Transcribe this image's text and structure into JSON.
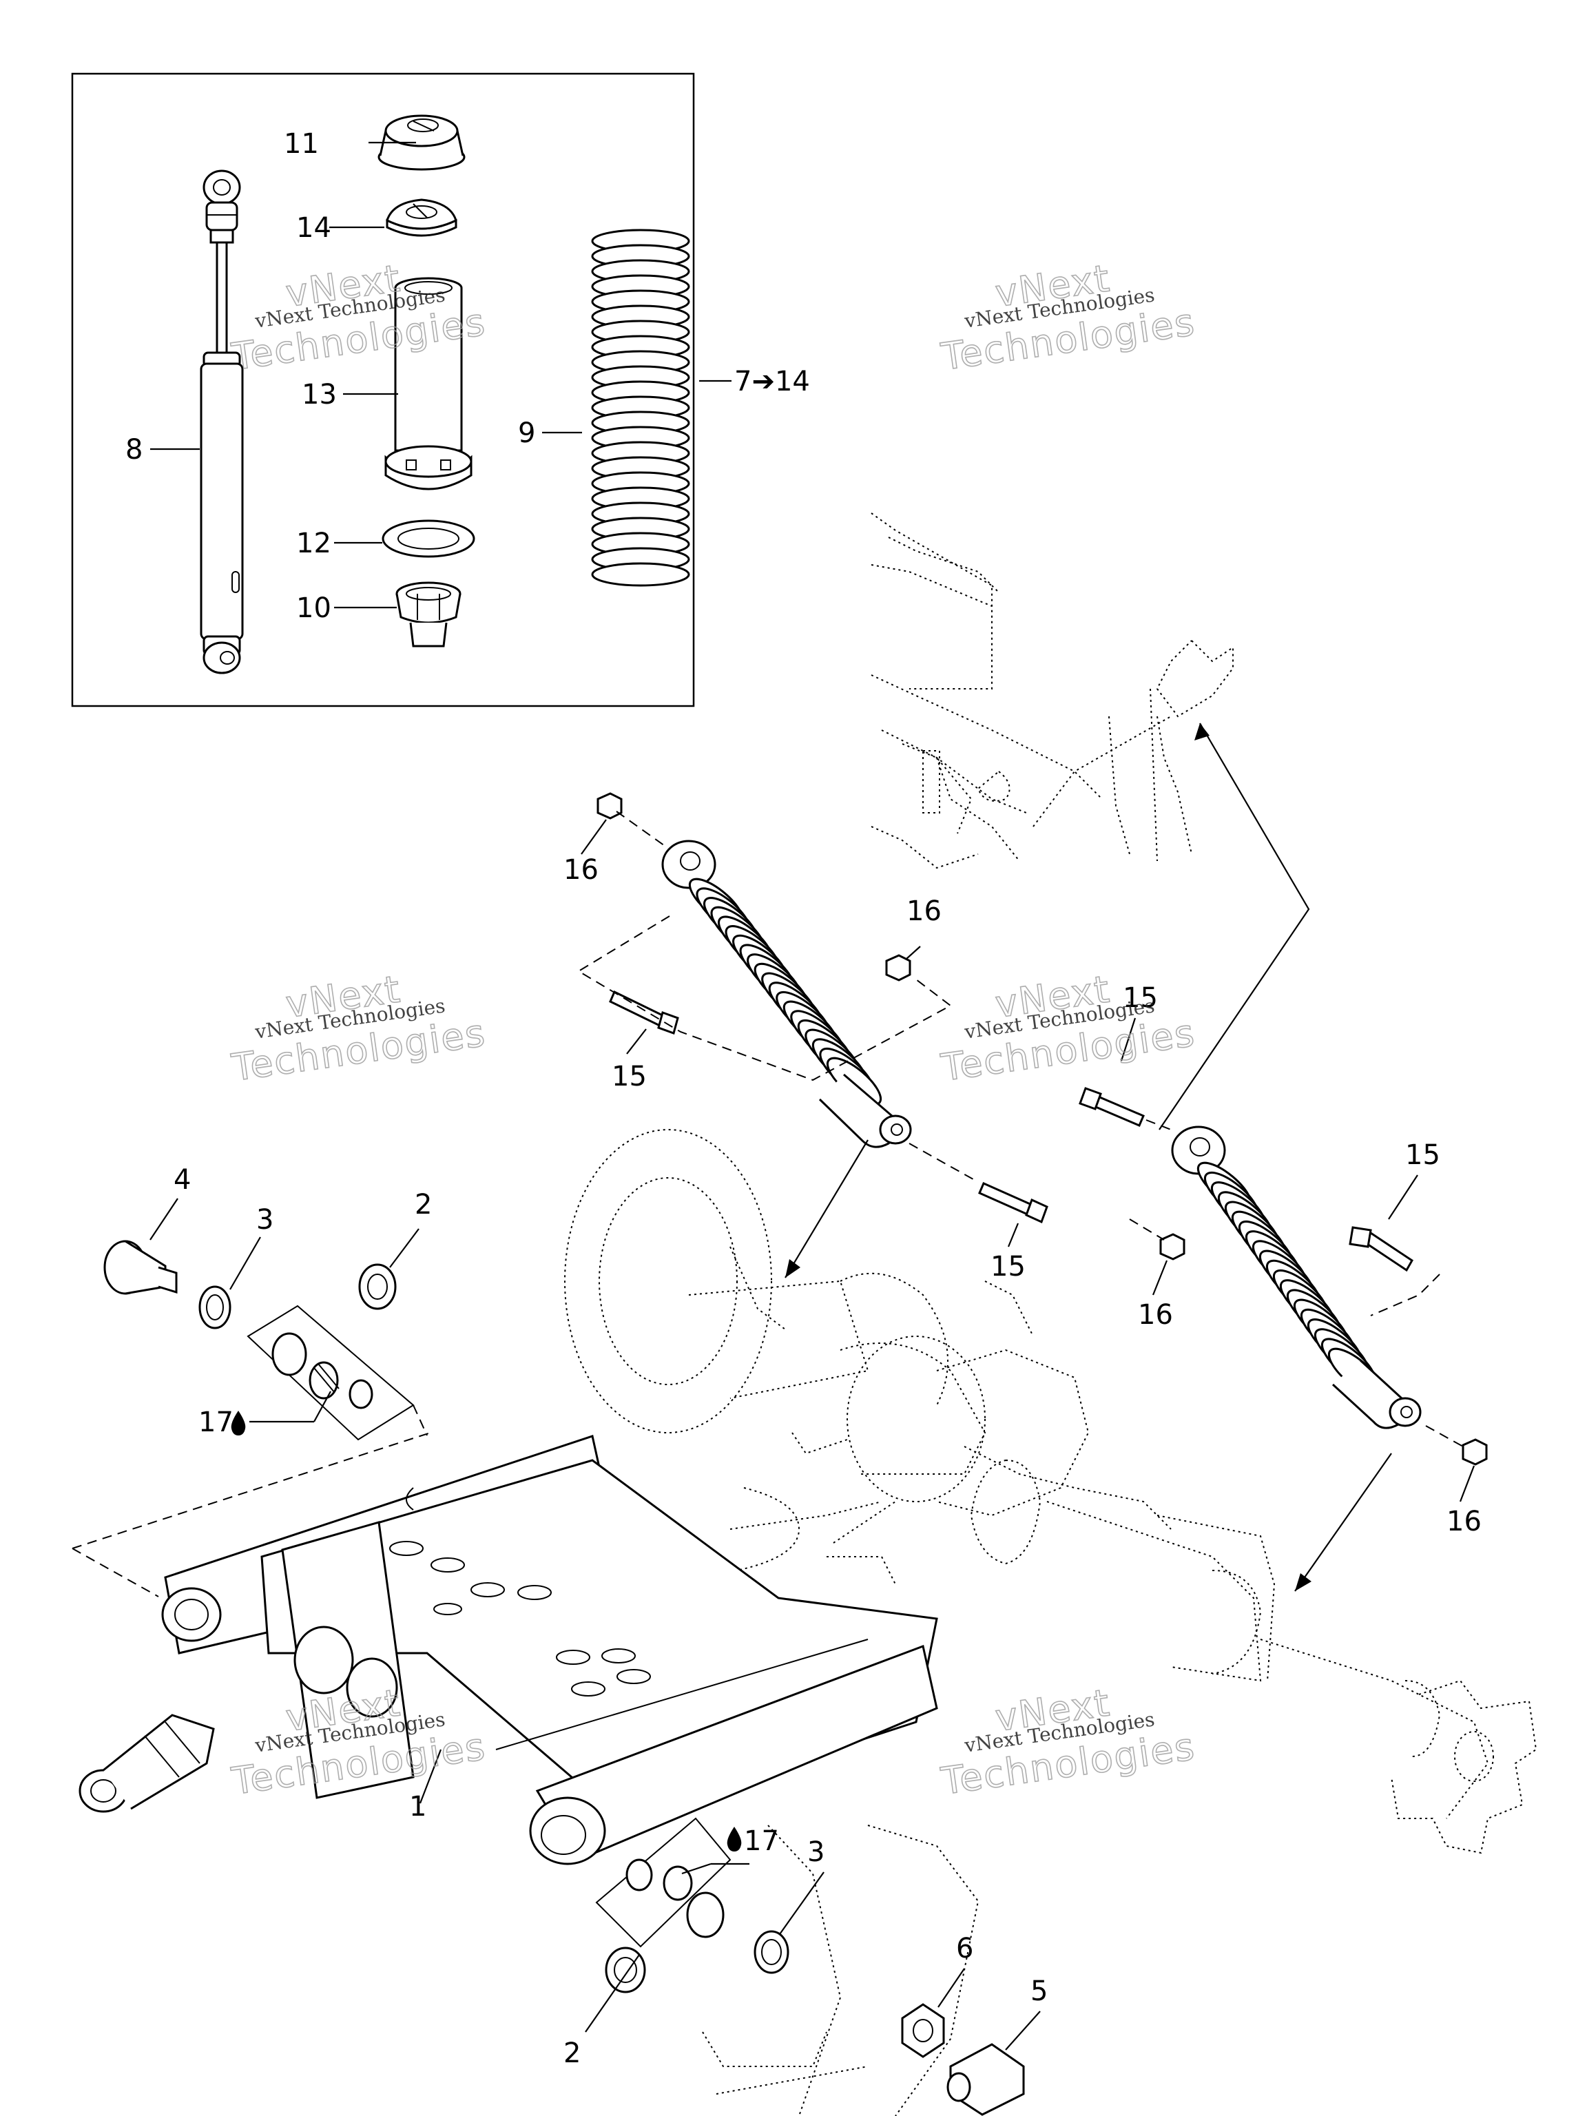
{
  "watermark": {
    "small_text": "vNext Technologies",
    "big_line1": "vNext",
    "big_line2": "Technologies"
  },
  "callouts": {
    "c1": "1",
    "c2a": "2",
    "c2b": "2",
    "c3a": "3",
    "c3b": "3",
    "c4": "4",
    "c5": "5",
    "c6": "6",
    "c7": "7➔14",
    "c8": "8",
    "c9": "9",
    "c10": "10",
    "c11": "11",
    "c12": "12",
    "c13": "13",
    "c14": "14",
    "c15a": "15",
    "c15b": "15",
    "c15c": "15",
    "c15d": "15",
    "c16a": "16",
    "c16b": "16",
    "c16c": "16",
    "c16d": "16",
    "c17a": "17",
    "c17b": "17"
  },
  "icons": {
    "lubricant": "oil-drop-icon",
    "arrow": "right-arrow-icon"
  }
}
